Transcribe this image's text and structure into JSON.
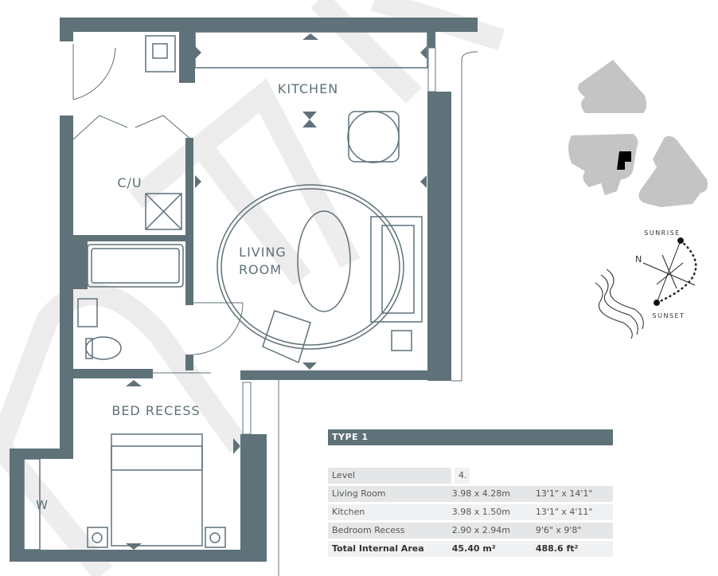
{
  "watermark": "DRAFT",
  "rooms": {
    "kitchen": "KITCHEN",
    "cu": "C/U",
    "living": [
      "LIVING",
      "ROOM"
    ],
    "bed": "BED RECESS",
    "w": "W"
  },
  "compass": {
    "north": "N",
    "sunrise": "SUNRISE",
    "sunset": "SUNSET"
  },
  "colors": {
    "wall": "#5f7179",
    "site": "#c4c4c4",
    "unit": "#000000"
  },
  "table": {
    "title": "TYPE 1",
    "level": {
      "label": "Level",
      "value": "4."
    },
    "rows": [
      {
        "room": "Living Room",
        "metric": "3.98 x 4.28m",
        "imperial": "13'1\" x 14'1\""
      },
      {
        "room": "Kitchen",
        "metric": "3.98 x 1.50m",
        "imperial": "13'1\" x 4'11\""
      },
      {
        "room": "Bedroom Recess",
        "metric": "2.90 x 2.94m",
        "imperial": "9'6\" x 9'8\""
      }
    ],
    "total": {
      "label": "Total Internal Area",
      "metric": "45.40 m²",
      "imperial": "488.6 ft²"
    }
  }
}
